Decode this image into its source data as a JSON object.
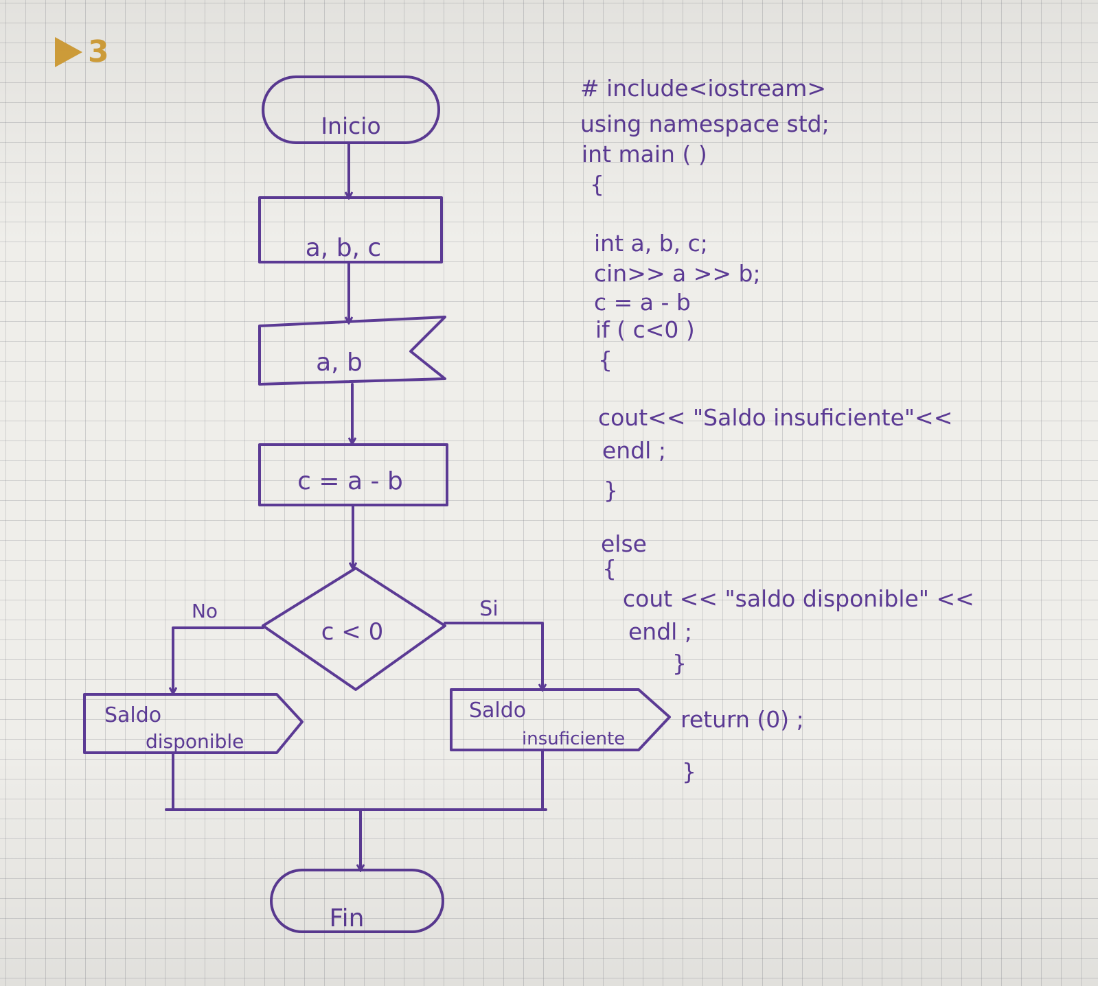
{
  "exercise": {
    "number": "3",
    "icon": "play-triangle-icon",
    "color": "#d4a13b"
  },
  "ink_color": "#5b3a94",
  "flowchart": {
    "start": "Inicio",
    "input": "a, b, c",
    "read": "a, b",
    "process": "c = a - b",
    "decision": "c < 0",
    "branch_no": "No",
    "branch_yes": "Si",
    "output_no": [
      "Saldo",
      "disponible"
    ],
    "output_yes": [
      "Saldo",
      "insuficiente"
    ],
    "end": "Fin"
  },
  "code": [
    "# include<iostream>",
    "using namespace std;",
    "int main ( )",
    "{",
    "int a, b, c;",
    "cin>> a >> b;",
    "c = a - b",
    "if ( c<0 )",
    "{",
    "cout<< \"Saldo insuficiente\"<<",
    "endl ;",
    "}",
    "else",
    "{",
    "cout << \"saldo disponible\" <<",
    "endl ;",
    "}",
    "return (0) ;",
    "}"
  ]
}
